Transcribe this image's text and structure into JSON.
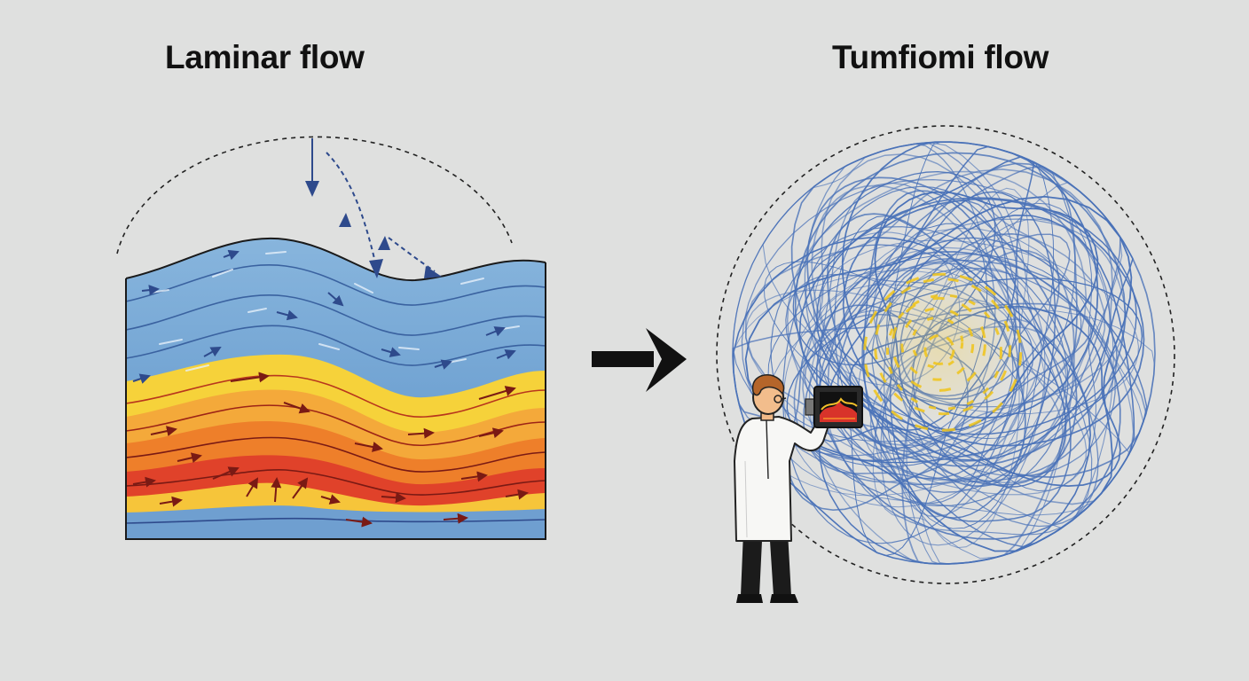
{
  "titles": {
    "left": "Laminar flow",
    "right": "Tumfiomi flow"
  },
  "colors": {
    "background": "#dfe0df",
    "laminar_blue": "#7fb1dc",
    "laminar_yellow": "#f6d23a",
    "laminar_orange": "#ee7f2a",
    "laminar_red": "#e0422a",
    "flow_arrow": "#2e4a8c",
    "turbulent_line": "#4a72b8",
    "turbulent_core": "#f0c419",
    "transition_arrow": "#111111"
  },
  "icons": {
    "transition": "right-arrow-icon",
    "scientist": "scientist-figure",
    "device": "tablet-display-icon"
  }
}
